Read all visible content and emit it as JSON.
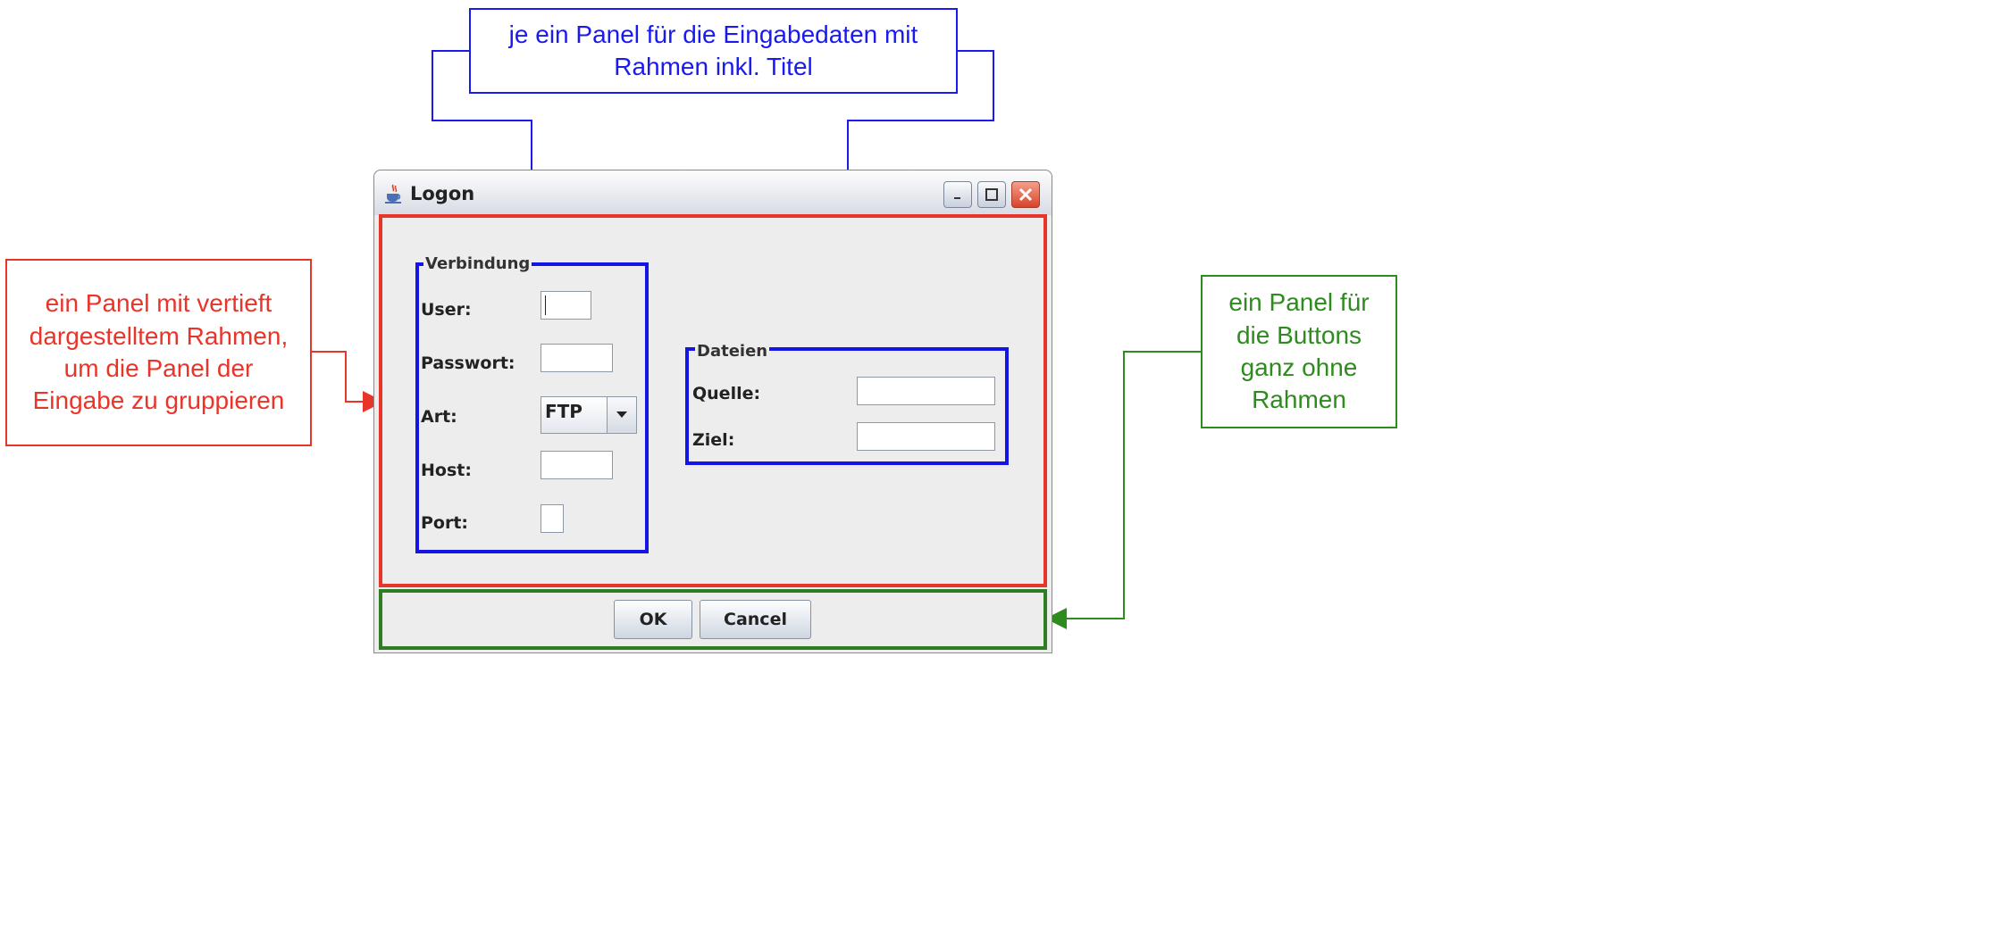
{
  "callouts": {
    "top_blue": "je ein Panel für die Eingabedaten mit Rahmen inkl. Titel",
    "left_red": "ein Panel mit vertieft dargestelltem Rahmen, um die Panel der Eingabe zu gruppieren",
    "right_green": "ein Panel für die Buttons ganz ohne Rahmen"
  },
  "window": {
    "title": "Logon",
    "app_icon": "java-cup-icon",
    "controls": [
      "minimize-icon",
      "maximize-icon",
      "close-icon"
    ]
  },
  "verbindung": {
    "title": "Verbindung",
    "user_label": "User:",
    "user_value": "",
    "password_label": "Passwort:",
    "password_value": "",
    "art_label": "Art:",
    "art_value": "FTP",
    "host_label": "Host:",
    "host_value": "",
    "port_label": "Port:",
    "port_value": ""
  },
  "dateien": {
    "title": "Dateien",
    "quelle_label": "Quelle:",
    "quelle_value": "",
    "ziel_label": "Ziel:",
    "ziel_value": ""
  },
  "buttons": {
    "ok": "OK",
    "cancel": "Cancel"
  },
  "colors": {
    "blue": "#1a1aef",
    "red": "#e8352a",
    "green": "#2e8b1e"
  }
}
